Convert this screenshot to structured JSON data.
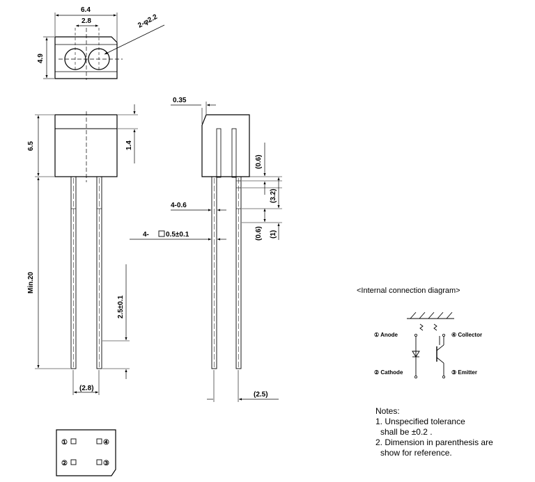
{
  "dimensions": {
    "top_width": "6.4",
    "hole_spacing": "2.8",
    "hole_callout": "2-φ2.2",
    "top_height": "4.9",
    "body_height": "6.5",
    "top_step": "1.4",
    "lead_min": "Min.20",
    "lead_pitch_front": "2.5±0.1",
    "lead_spacing_bottom": "(2.8)",
    "side_offset": "0.35",
    "lead_width": "4-0.6",
    "lead_section": "4-",
    "lead_section_value": "0.5±0.1",
    "side_06_upper": "(0.6)",
    "side_32": "(3.2)",
    "side_06_lower": "(0.6)",
    "side_1": "(1)",
    "side_25": "(2.5)"
  },
  "circuit": {
    "title": "<Internal connection diagram>",
    "pin1": "① Anode",
    "pin2": "② Cathode",
    "pin3": "③ Emitter",
    "pin4": "④ Collector"
  },
  "pinout": {
    "p1": "①",
    "p2": "②",
    "p3": "③",
    "p4": "④"
  },
  "notes": {
    "heading": "Notes:",
    "line1": "1. Unspecified tolerance",
    "line1b": "shall be ±0.2 .",
    "line2": "2. Dimension in parenthesis are",
    "line2b": "show for reference."
  }
}
